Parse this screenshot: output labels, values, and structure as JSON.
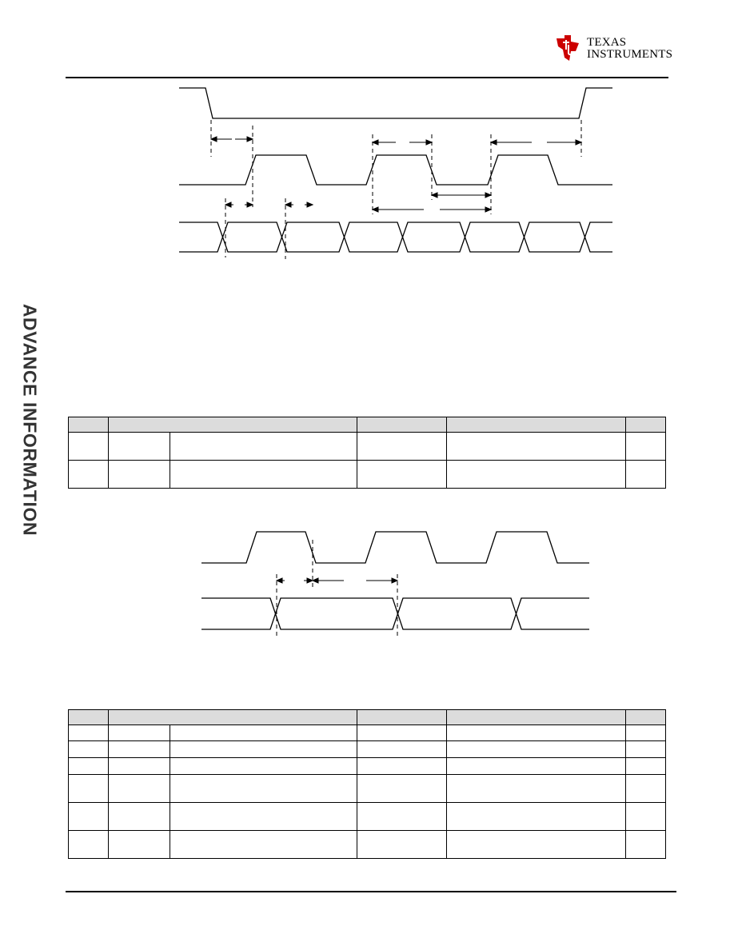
{
  "header": {
    "logo_line1": "TEXAS",
    "logo_line2": "INSTRUMENTS",
    "brand_color": "#cc0000"
  },
  "sidebar": {
    "watermark": "ADVANCE INFORMATION"
  },
  "table1": {
    "rows": 2
  },
  "table2": {
    "rows": 6
  }
}
